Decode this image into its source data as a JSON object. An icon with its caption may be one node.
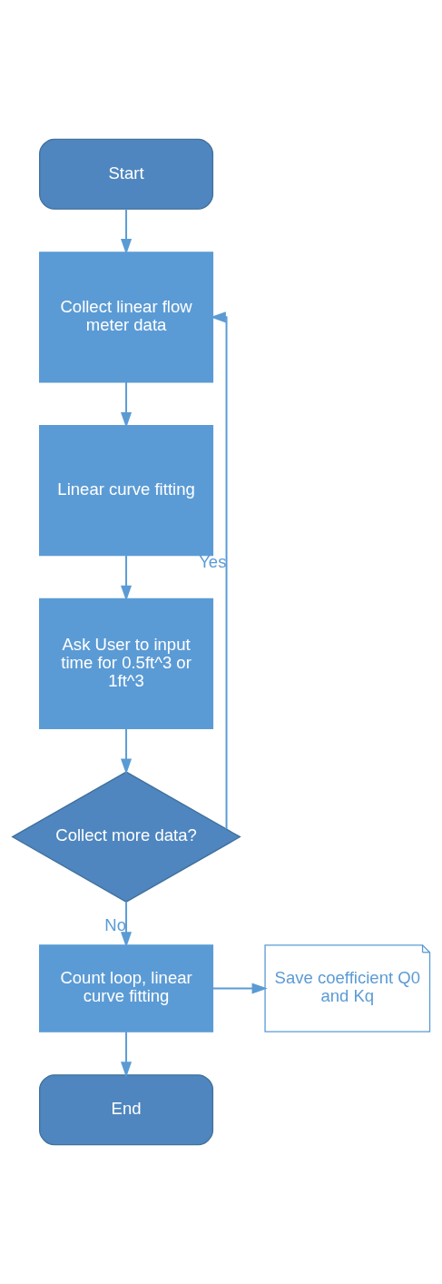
{
  "diagram": {
    "nodes": [
      {
        "text": [
          "Start"
        ]
      },
      {
        "text": [
          "Collect linear flow meter data"
        ]
      },
      {
        "text": [
          "Linear curve fitting"
        ]
      },
      {
        "text": [
          "Ask User to input time for 0.5ft^3 or 1ft^3"
        ]
      },
      {
        "text": [
          "Collect more data?"
        ]
      },
      {
        "text": [
          "Count loop, linear curve fitting"
        ]
      },
      {
        "text": [
          "Save coefficient Q0 and Kq"
        ]
      },
      {
        "text": [
          "End"
        ]
      }
    ],
    "edges": [
      {
        "from": 0,
        "to": 1,
        "arrow": "to"
      },
      {
        "from": 1,
        "to": 2,
        "arrow": "to"
      },
      {
        "from": 2,
        "to": 3,
        "arrow": "to"
      },
      {
        "from": 3,
        "to": 4,
        "arrow": "to"
      },
      {
        "from": 4,
        "to": 1,
        "arrow": "to",
        "label": "Yes"
      },
      {
        "from": 4,
        "to": 5,
        "arrow": "to",
        "label": "No"
      },
      {
        "from": 5,
        "to": 6,
        "arrow": "to"
      },
      {
        "from": 5,
        "to": 7,
        "arrow": "to"
      }
    ]
  }
}
